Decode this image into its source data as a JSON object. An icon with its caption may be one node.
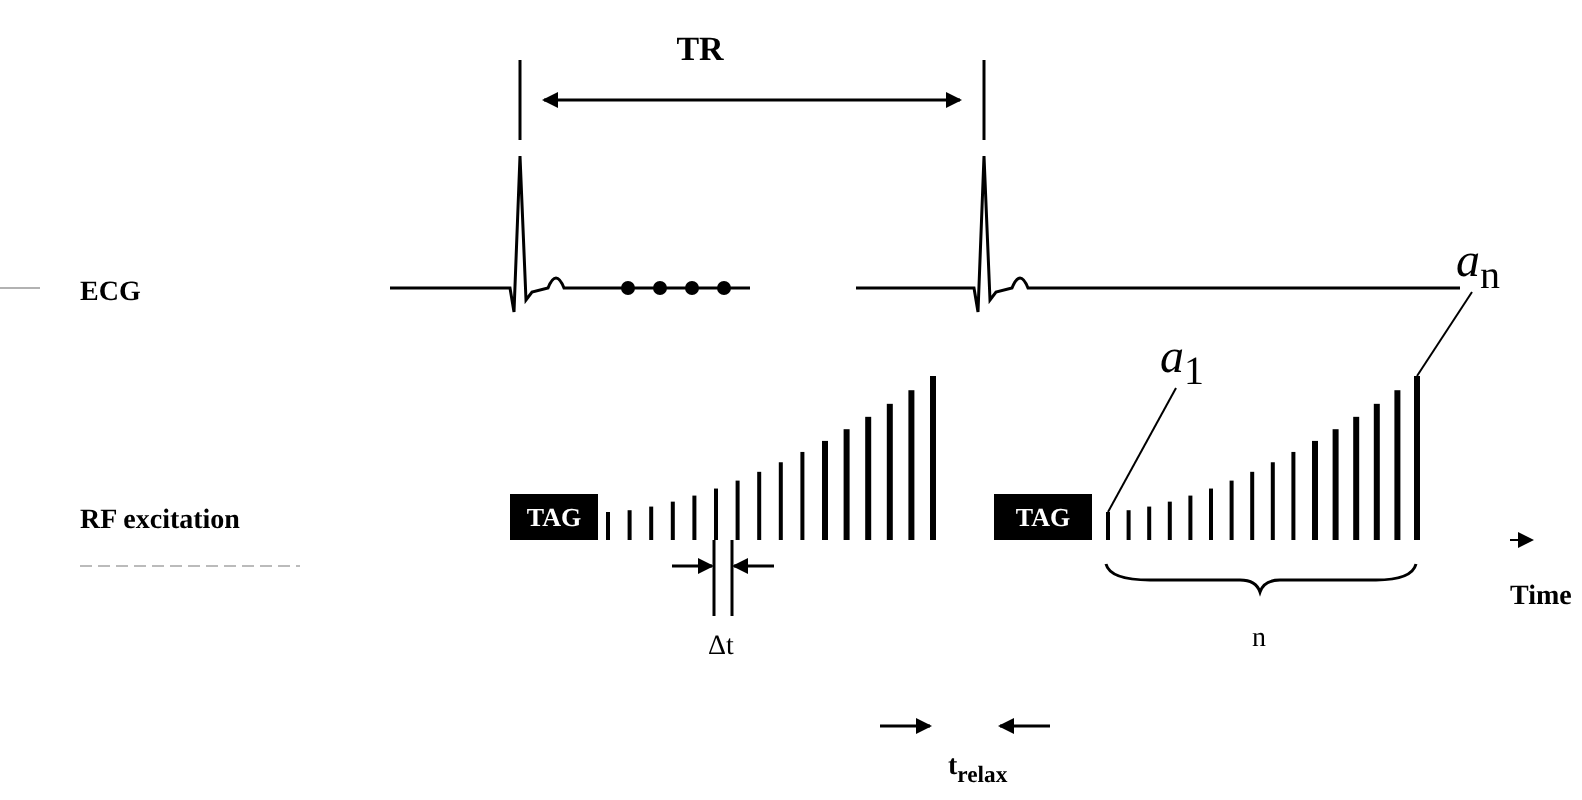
{
  "diagram": {
    "nodes": [
      {
        "text": [
          "*a*$_{n}$"
        ]
      },
      {
        "text": [
          "*a*$_{1}$"
        ]
      },
      {
        "text": [
          "TAG"
        ]
      },
      {
        "text": [
          "TAG"
        ]
      },
      {
        "text": [],
        "shape": "bar"
      },
      {
        "text": [],
        "shape": "bar"
      }
    ],
    "edges": [
      {
        "from": 0,
        "to": 5,
        "arrow": "none"
      },
      {
        "from": 1,
        "to": 4,
        "arrow": "none"
      }
    ],
    "labels": [
      "TR",
      "ECG",
      "RF excitation",
      "Time",
      "Δt",
      "n",
      "t$_{relax}$"
    ]
  }
}
